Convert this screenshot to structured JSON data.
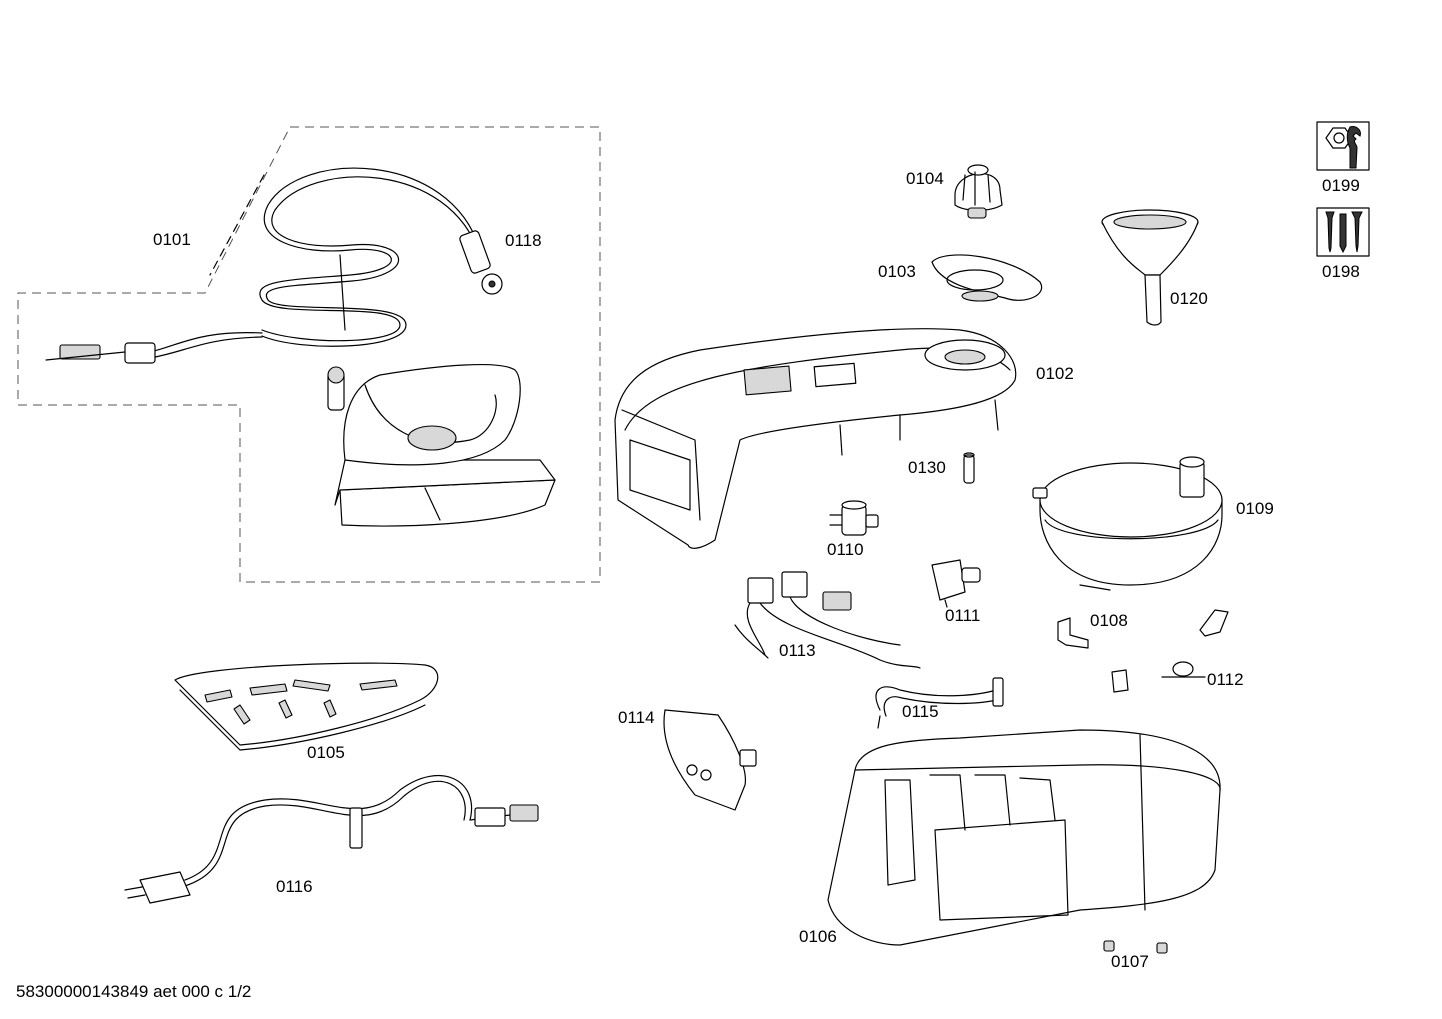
{
  "diagram": {
    "labels": {
      "p0101": "0101",
      "p0118": "0118",
      "p0104": "0104",
      "p0103": "0103",
      "p0120": "0120",
      "p0102": "0102",
      "p0130": "0130",
      "p0109": "0109",
      "p0110": "0110",
      "p0111": "0111",
      "p0108": "0108",
      "p0113": "0113",
      "p0112": "0112",
      "p0114": "0114",
      "p0115": "0115",
      "p0105": "0105",
      "p0116": "0116",
      "p0106": "0106",
      "p0107": "0107",
      "p0199": "0199",
      "p0198": "0198"
    },
    "icons": {
      "p0199": "nut-and-wrench-icon",
      "p0198": "screws-icon"
    }
  },
  "footer": {
    "doc_ref": "58300000143849 aet 000 c 1/2"
  }
}
